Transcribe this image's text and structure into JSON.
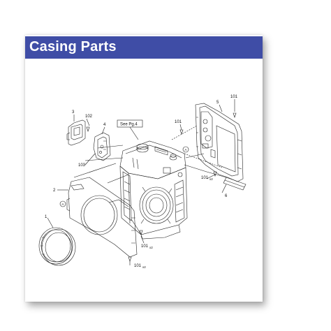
{
  "header": {
    "title": "Casing Parts",
    "bg_color": "#3f4da6",
    "text_color": "#ffffff"
  },
  "callouts": {
    "see_pg": "See Pg.4",
    "part_1": "1",
    "part_2": "2",
    "part_3": "3",
    "part_4": "4",
    "part_5": "5",
    "part_6": "6",
    "part_101_a": "101",
    "part_101_b": "101",
    "part_101_c": "101",
    "part_101_d": "101",
    "part_101_e": "101",
    "part_102": "102",
    "part_103": "103",
    "qty_x2_a": "x2",
    "qty_x2_b": "x2",
    "qty_x2_c": "x2",
    "ref_A_1": "A",
    "ref_A_2": "A"
  }
}
